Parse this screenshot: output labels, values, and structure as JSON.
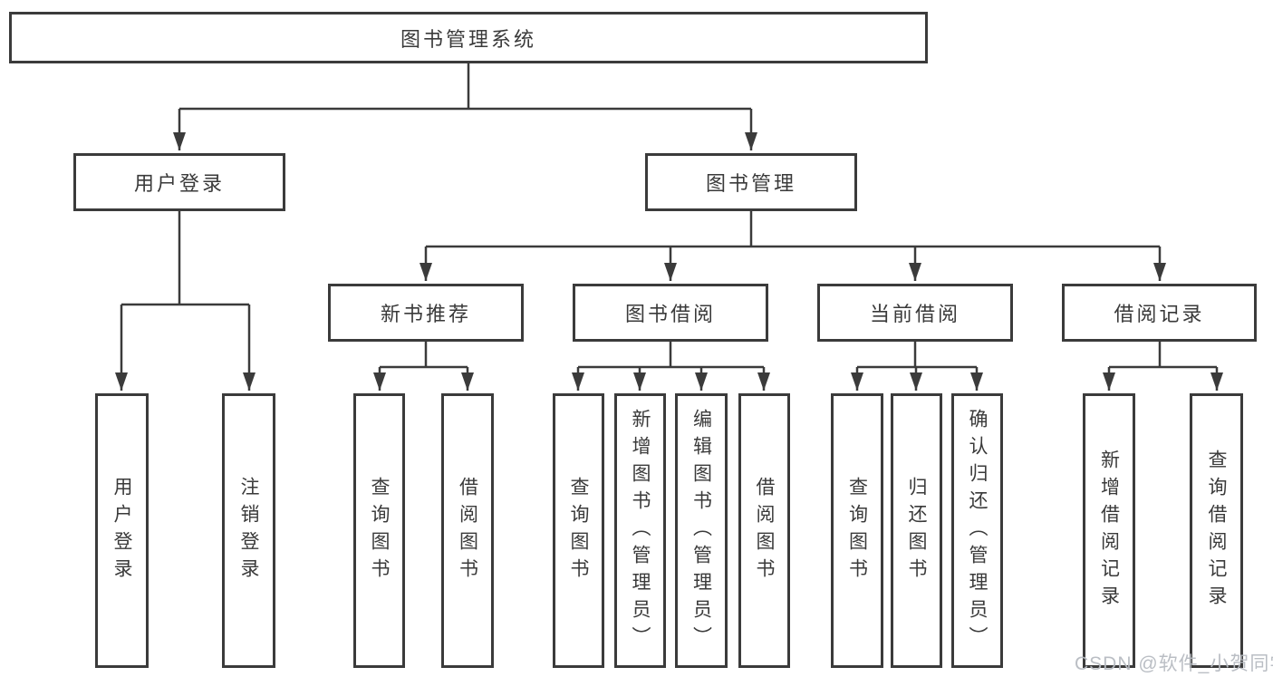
{
  "diagram": {
    "root": {
      "label": "图书管理系统"
    },
    "branches": [
      {
        "label": "用户登录",
        "children": [
          {
            "label": "用户登录"
          },
          {
            "label": "注销登录"
          }
        ]
      },
      {
        "label": "图书管理",
        "children": [
          {
            "label": "新书推荐",
            "children": [
              {
                "label": "查询图书"
              },
              {
                "label": "借阅图书"
              }
            ]
          },
          {
            "label": "图书借阅",
            "children": [
              {
                "label": "查询图书"
              },
              {
                "label": "新增图书（管理员）"
              },
              {
                "label": "编辑图书（管理员）"
              },
              {
                "label": "借阅图书"
              }
            ]
          },
          {
            "label": "当前借阅",
            "children": [
              {
                "label": "查询图书"
              },
              {
                "label": "归还图书"
              },
              {
                "label": "确认归还（管理员）"
              }
            ]
          },
          {
            "label": "借阅记录",
            "children": [
              {
                "label": "新增借阅记录"
              },
              {
                "label": "查询借阅记录"
              }
            ]
          }
        ]
      }
    ],
    "colors": {
      "line": "#3b3b3b",
      "border": "#3b3b3b",
      "text": "#3a3a3a",
      "background": "#ffffff",
      "watermark": "#b6bbc1"
    }
  },
  "watermark": {
    "text": "CSDN @软件_小贺同学"
  }
}
